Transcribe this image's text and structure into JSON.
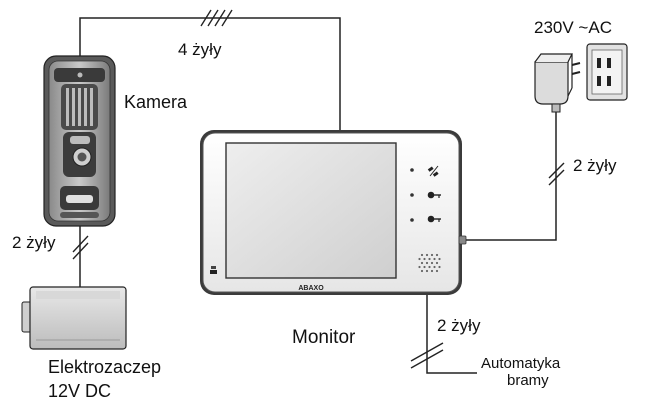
{
  "labels": {
    "camera": "Kamera",
    "monitor": "Monitor",
    "power": "230V ~AC",
    "wires_top": "4 żyły",
    "wires_camera_lock": "2 żyły",
    "wires_power": "2 żyły",
    "wires_gate": "2 żyły",
    "lock_line1": "Elektrozaczep",
    "lock_line2": "12V DC",
    "gate_line1": "Automatyka",
    "gate_line2": "bramy",
    "monitor_brand": "ABAXO"
  },
  "icons": {
    "monitor_button_1": "phone-icon",
    "monitor_button_2": "key-icon",
    "monitor_button_3": "key-icon"
  }
}
